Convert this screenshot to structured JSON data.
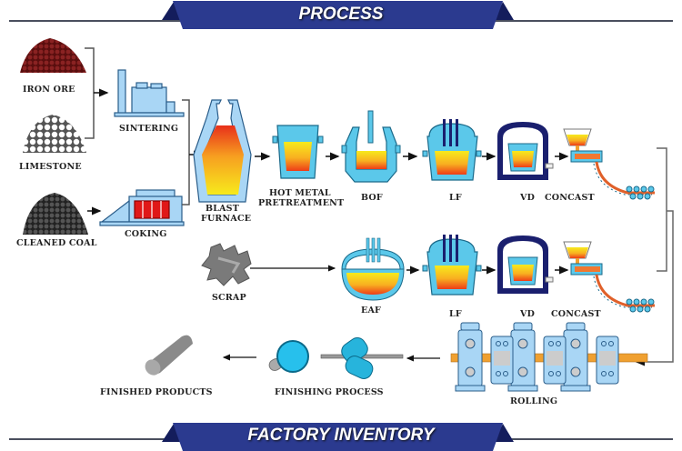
{
  "banners": {
    "top": "PROCESS",
    "bottom": "FACTORY INVENTORY"
  },
  "colors": {
    "banner_blue": "#2b3a8f",
    "banner_dark": "#141d5c",
    "equipment_blue": "#5bc8ea",
    "molten_top": "#f7e81c",
    "molten_bottom": "#ef4a1a",
    "vessel_navy": "#1a1f6e",
    "ore_red": "#7a1a1a",
    "coal_dark": "#333333",
    "rolling_orange": "#f0a030"
  },
  "raw_materials": {
    "iron_ore": "IRON ORE",
    "limestone": "LIMESTONE",
    "cleaned_coal": "CLEANED COAL"
  },
  "preparation": {
    "sintering": "SINTERING",
    "coking": "COKING"
  },
  "route_bf": {
    "blast_furnace_line1": "BLAST",
    "blast_furnace_line2": "FURNACE",
    "pretreatment_line1": "HOT METAL",
    "pretreatment_line2": "PRETREATMENT",
    "bof": "BOF",
    "lf": "LF",
    "vd": "VD",
    "concast": "CONCAST"
  },
  "route_eaf": {
    "scrap": "SCRAP",
    "eaf": "EAF",
    "lf": "LF",
    "vd": "VD",
    "concast": "CONCAST"
  },
  "downstream": {
    "rolling": "ROLLING",
    "finishing": "FINISHING PROCESS",
    "finished": "FINISHED PRODUCTS"
  }
}
